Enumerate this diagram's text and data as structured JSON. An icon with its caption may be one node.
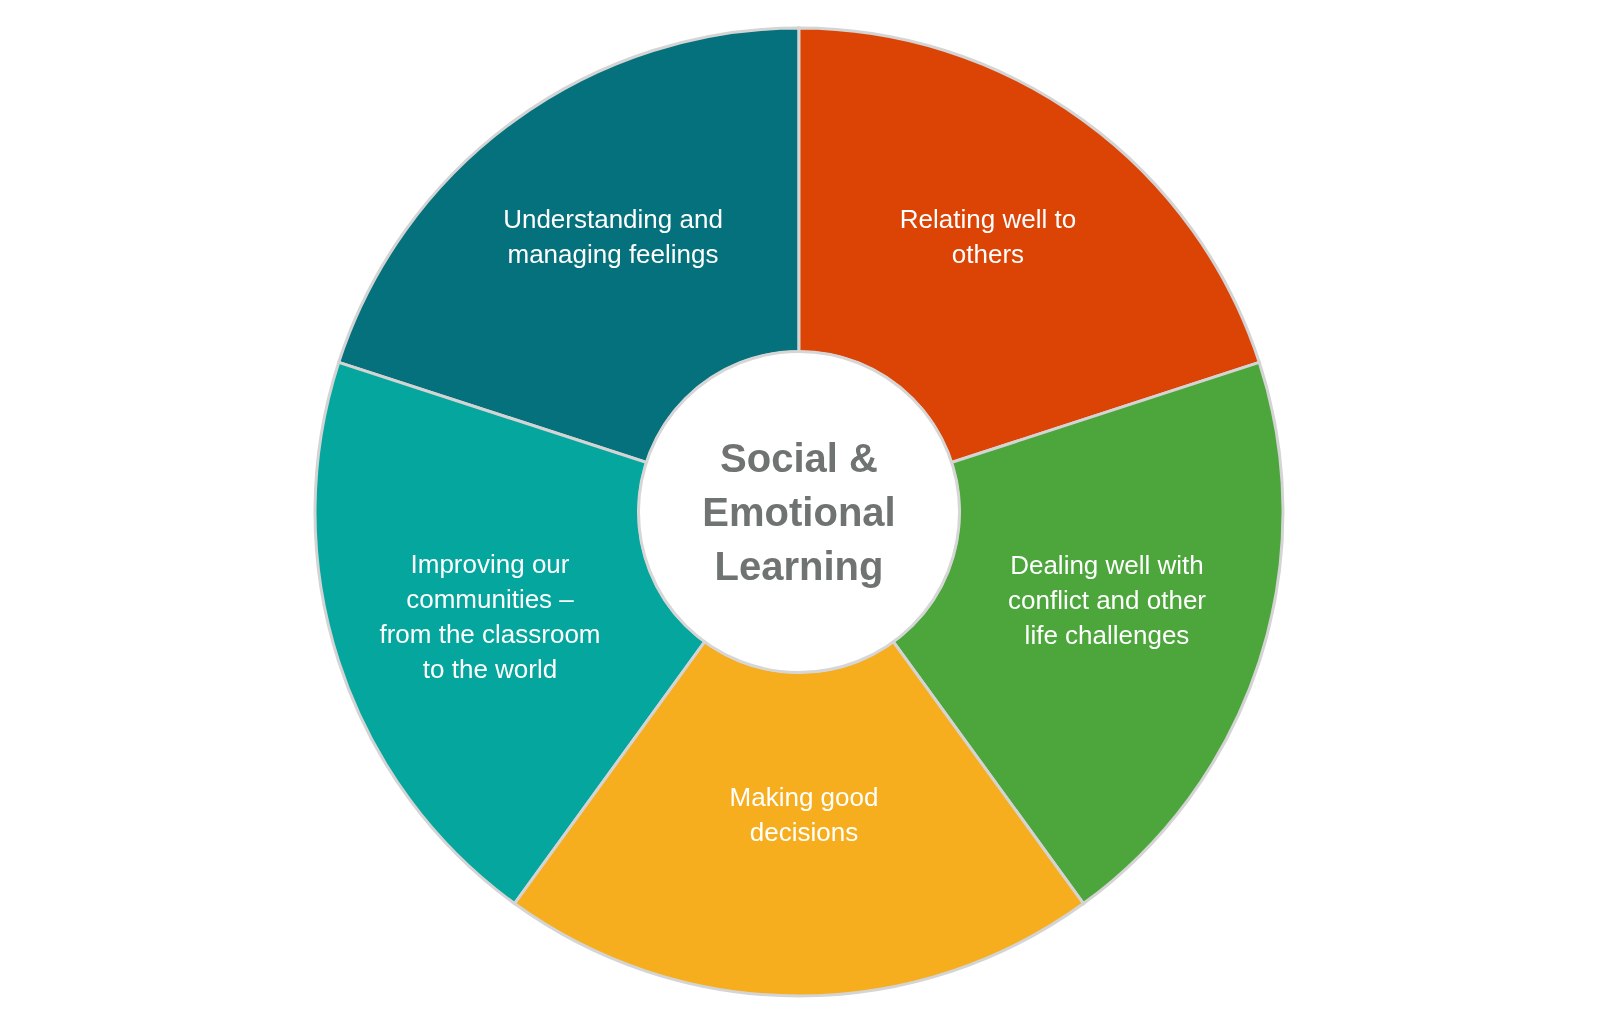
{
  "diagram": {
    "nodes": [
      {
        "text": [
          "Understanding and managing feelings"
        ]
      },
      {
        "text": [
          "Relating well to others"
        ]
      },
      {
        "text": [
          "Social & Emotional Learning"
        ]
      },
      {
        "text": [
          "Improving our communities – from the classroom to the world"
        ]
      },
      {
        "text": [
          "Dealing well with conflict and other life challenges"
        ]
      },
      {
        "text": [
          "Making good decisions"
        ]
      }
    ]
  }
}
